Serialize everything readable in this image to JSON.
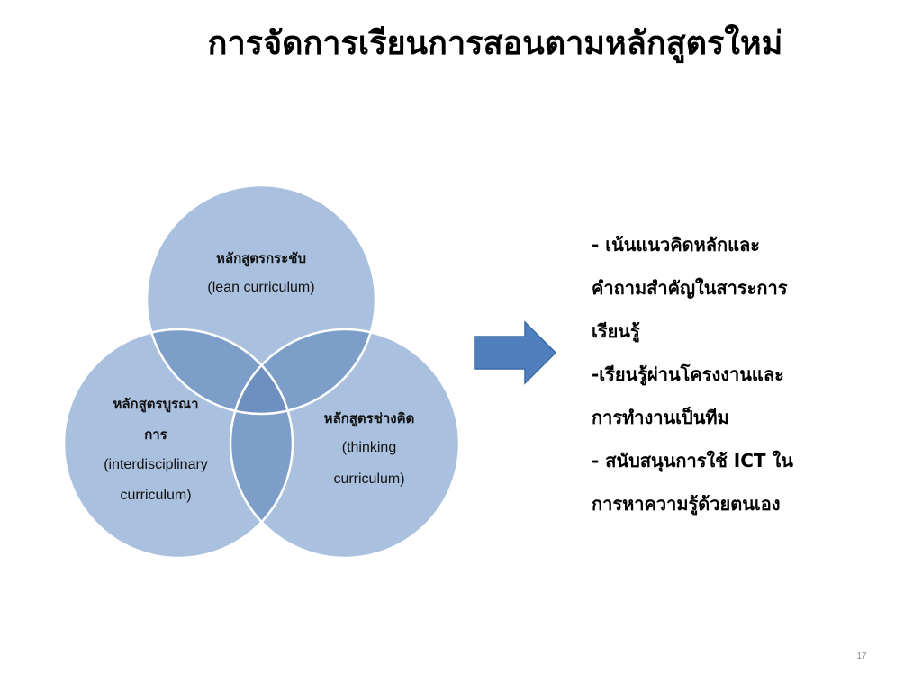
{
  "slide": {
    "title": "การจัดการเรียนการสอนตามหลักสูตรใหม่",
    "page_number": "17"
  },
  "venn": {
    "circles": [
      {
        "thai": "หลักสูตรกระชับ",
        "english": "(lean curriculum)"
      },
      {
        "thai_line1": "หลักสูตรบูรณา",
        "thai_line2": "การ",
        "english_line1": "(interdisciplinary",
        "english_line2": "curriculum)"
      },
      {
        "thai": "หลักสูตรช่างคิด",
        "english_line1": "(thinking",
        "english_line2": "curriculum)"
      }
    ],
    "colors": {
      "circle_fill": "#a9c0de",
      "overlap_fill": "#7d9ec9",
      "center_fill": "#6e90c0",
      "circle_stroke": "#ffffff"
    }
  },
  "arrow": {
    "fill": "#4f7fbd",
    "stroke": "#3a6aa6",
    "direction": "right"
  },
  "bullets": [
    "- เน้นแนวคิดหลักและ",
    "คำถามสำคัญในสาระการ",
    "เรียนรู้",
    "-เรียนรู้ผ่านโครงงานและ",
    "การทำงานเป็นทีม",
    "- สนับสนุนการใช้ ICT ใน",
    "การหาความรู้ด้วยตนเอง"
  ]
}
